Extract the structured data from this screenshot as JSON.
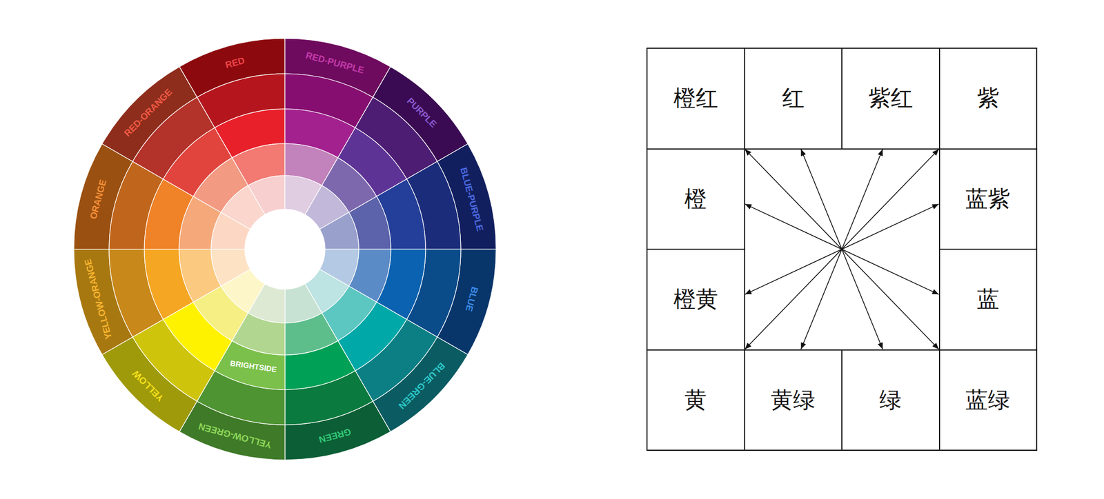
{
  "diagram": {
    "nodes": [
      {
        "text": [
          "橙红"
        ]
      },
      {
        "text": [
          "红"
        ]
      },
      {
        "text": [
          "紫红"
        ]
      },
      {
        "text": [
          "紫"
        ]
      },
      {
        "text": [
          "橙"
        ]
      },
      {
        "text": [
          "蓝紫"
        ]
      },
      {
        "text": [
          "橙黄"
        ]
      },
      {
        "text": [
          "蓝"
        ]
      },
      {
        "text": [
          "黄"
        ]
      },
      {
        "text": [
          "黄绿"
        ]
      },
      {
        "text": [
          "绿"
        ]
      },
      {
        "text": [
          "蓝绿"
        ]
      }
    ],
    "edges": [
      {
        "from": 0,
        "to": 11,
        "arrow": "both"
      },
      {
        "from": 1,
        "to": 10,
        "arrow": "both"
      },
      {
        "from": 2,
        "to": 9,
        "arrow": "both"
      },
      {
        "from": 3,
        "to": 8,
        "arrow": "both"
      },
      {
        "from": 4,
        "to": 7,
        "arrow": "both"
      },
      {
        "from": 5,
        "to": 6,
        "arrow": "both"
      }
    ],
    "labels": [
      "RED",
      "RED-PURPLE",
      "PURPLE",
      "BLUE-PURPLE",
      "BLUE",
      "BLUE-GREEN",
      "GREEN",
      "YELLOW-GREEN",
      "YELLOW",
      "YELLOW-ORANGE",
      "ORANGE",
      "RED-ORANGE",
      "BRIGHTSIDE"
    ]
  }
}
